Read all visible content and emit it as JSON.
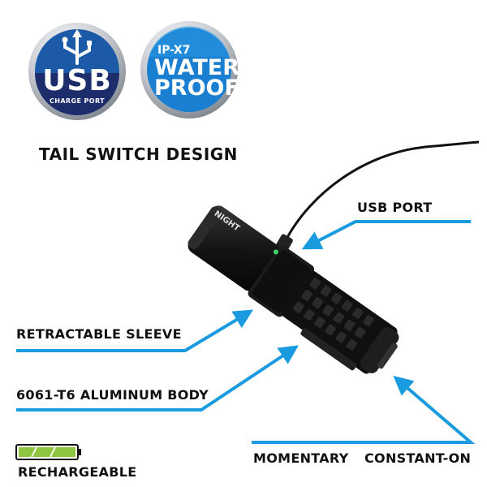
{
  "badges": {
    "usb": {
      "main": "USB",
      "sub": "CHARGE PORT"
    },
    "waterproof": {
      "rating": "IP-X7",
      "line1": "WATER",
      "line2": "PROOF"
    }
  },
  "heading": "TAIL SWITCH DESIGN",
  "brand_mark": "NIGHT",
  "callouts": {
    "usb_port": "USB PORT",
    "retractable_sleeve": "RETRACTABLE SLEEVE",
    "aluminum_body": "6061-T6 ALUMINUM BODY",
    "momentary": "MOMENTARY",
    "constant_on": "CONSTANT-ON",
    "rechargeable": "RECHARGEABLE"
  },
  "colors": {
    "accent_blue": "#1a9be0",
    "badge_blue": "#1c5aa8",
    "badge_navy": "#1d2d6b",
    "battery_green": "#8ec63f",
    "flashlight_black": "#151515"
  }
}
